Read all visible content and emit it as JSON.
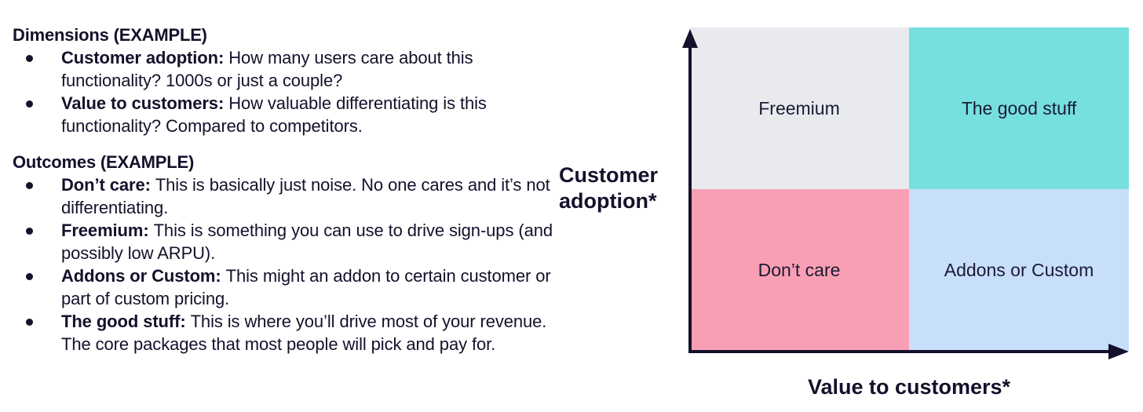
{
  "dimensions": {
    "heading": "Dimensions (EXAMPLE)",
    "items": [
      {
        "term": "Customer adoption:",
        "text": "How many users care about this functionality? 1000s or just a couple?"
      },
      {
        "term": "Value to customers:",
        "text": "How valuable differentiating is this functionality?  Compared to competitors."
      }
    ]
  },
  "outcomes": {
    "heading": "Outcomes (EXAMPLE)",
    "items": [
      {
        "term": "Don’t care:",
        "text": "This is basically just noise. No one cares and it’s not differentiating."
      },
      {
        "term": "Freemium:",
        "text": "This is something you can use to drive sign-ups (and possibly low ARPU)."
      },
      {
        "term": "Addons or Custom:",
        "text": "This might an addon to certain customer or part of custom pricing."
      },
      {
        "term": "The good stuff:",
        "text": "This is where you’ll drive most of your revenue. The core packages that most people will pick and pay for."
      }
    ]
  },
  "matrix": {
    "y_axis_label": "Customer adoption*",
    "x_axis_label": "Value to customers*",
    "quadrants": {
      "top_left": {
        "label": "Freemium",
        "color": "#e8eaee"
      },
      "top_right": {
        "label": "The good stuff",
        "color": "#76dfdf"
      },
      "bottom_left": {
        "label": "Don’t care",
        "color": "#f99fb4"
      },
      "bottom_right": {
        "label": "Addons or Custom",
        "color": "#c7dffb"
      }
    },
    "axis_color": "#14112b"
  }
}
